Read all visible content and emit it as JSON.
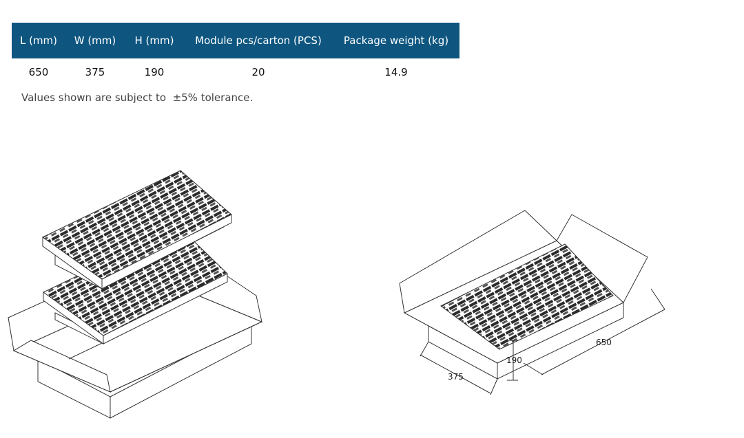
{
  "table": {
    "headers": [
      "L (mm)",
      "W (mm)",
      "H (mm)",
      "Module pcs/carton (PCS)",
      "Package weight (kg)"
    ],
    "rows": [
      [
        "650",
        "375",
        "190",
        "20",
        "14.9"
      ]
    ]
  },
  "note": "Values shown are subject to  ±5% tolerance.",
  "dimensions": {
    "width": "375",
    "height": "190",
    "length": "650"
  },
  "colors": {
    "header_bg": "#0e5680",
    "header_text": "#ffffff"
  }
}
